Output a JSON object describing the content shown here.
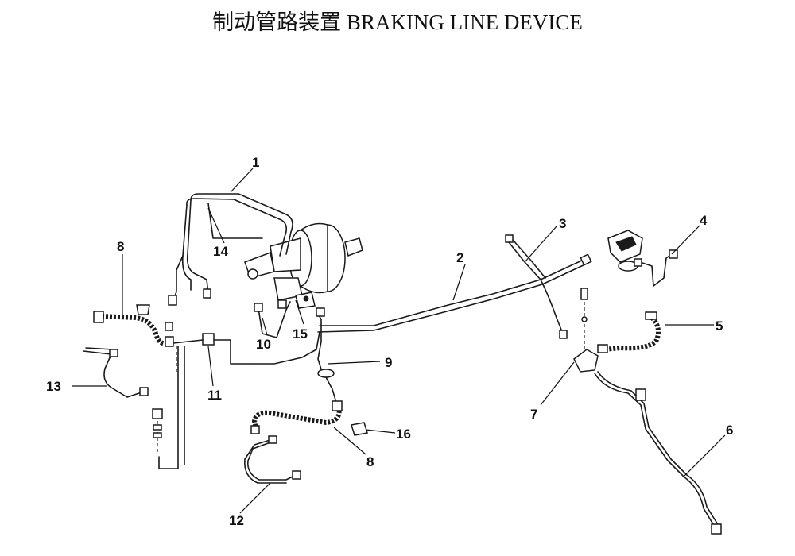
{
  "title": "制动管路装置 BRAKING LINE DEVICE",
  "callouts": [
    {
      "id": "c1",
      "number": "1"
    },
    {
      "id": "c2",
      "number": "2"
    },
    {
      "id": "c3",
      "number": "3"
    },
    {
      "id": "c4",
      "number": "4"
    },
    {
      "id": "c5",
      "number": "5"
    },
    {
      "id": "c6",
      "number": "6"
    },
    {
      "id": "c7",
      "number": "7"
    },
    {
      "id": "c8a",
      "number": "8"
    },
    {
      "id": "c8b",
      "number": "8"
    },
    {
      "id": "c9",
      "number": "9"
    },
    {
      "id": "c10",
      "number": "10"
    },
    {
      "id": "c11",
      "number": "11"
    },
    {
      "id": "c12",
      "number": "12"
    },
    {
      "id": "c13",
      "number": "13"
    },
    {
      "id": "c14",
      "number": "14"
    },
    {
      "id": "c15",
      "number": "15"
    },
    {
      "id": "c16",
      "number": "16"
    }
  ]
}
